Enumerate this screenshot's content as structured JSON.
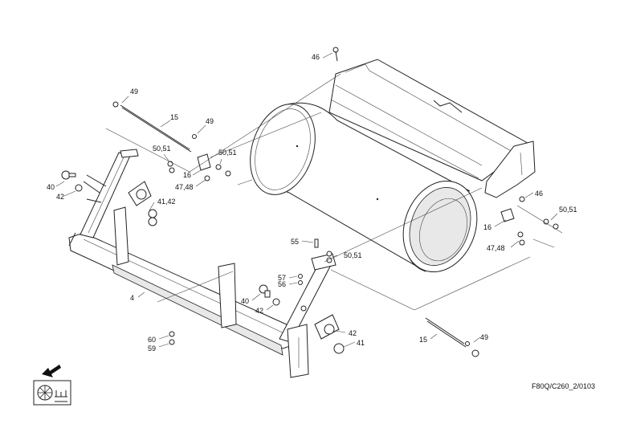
{
  "diagram": {
    "code": "F80Q/C260_2/0103",
    "callouts": {
      "c46a": "46",
      "c49a": "49",
      "c15a": "15",
      "c49b": "49",
      "c5051a": "50,51",
      "c5051b": "50,51",
      "c16a": "16",
      "c4748a": "47,48",
      "c40a": "40",
      "c42a": "42",
      "c4142": "41,42",
      "c46b": "46",
      "c5051c": "50,51",
      "c16b": "16",
      "c4748b": "47,48",
      "c55": "55",
      "c5051d": "50,51",
      "c57": "57",
      "c56": "56",
      "c40b": "40",
      "c42b": "42",
      "c4": "4",
      "c60": "60",
      "c59": "59",
      "c42c": "42",
      "c41": "41",
      "c15b": "15",
      "c49c": "49"
    },
    "icons": {
      "direction": "arrow-down-left-icon",
      "machine": "machine-symbol-icon"
    }
  }
}
